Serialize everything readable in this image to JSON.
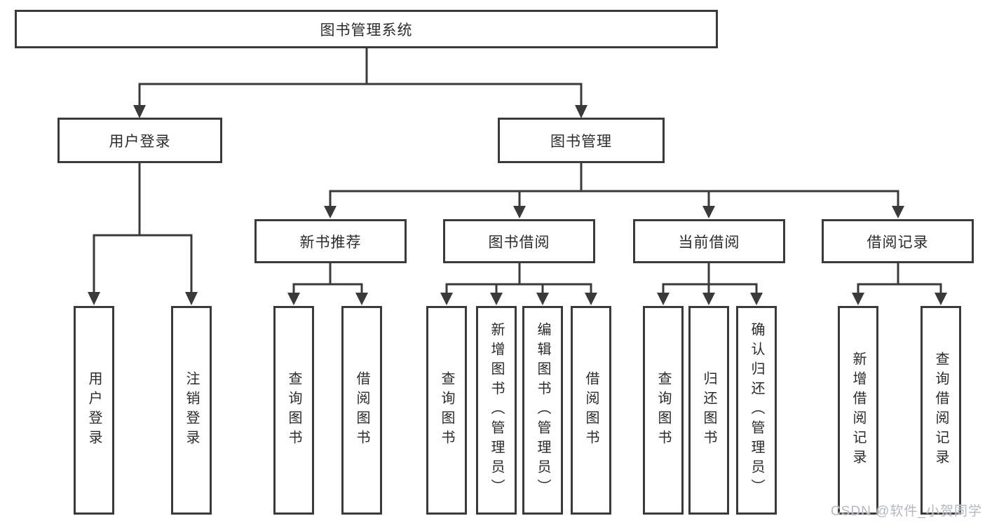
{
  "root": {
    "label": "图书管理系统"
  },
  "level2": {
    "user_login": {
      "label": "用户登录"
    },
    "book_management": {
      "label": "图书管理"
    }
  },
  "level3": {
    "new_book_recommend": {
      "label": "新书推荐"
    },
    "book_borrowing": {
      "label": "图书借阅"
    },
    "current_borrowing": {
      "label": "当前借阅"
    },
    "borrowing_records": {
      "label": "借阅记录"
    }
  },
  "leaves": {
    "user_login": {
      "label": "用户登录"
    },
    "logout": {
      "label": "注销登录"
    },
    "recommend_query": {
      "label": "查询图书"
    },
    "recommend_borrow": {
      "label": "借阅图书"
    },
    "borrow_query": {
      "label": "查询图书"
    },
    "borrow_add": {
      "label": "新增图书（管理员）"
    },
    "borrow_edit": {
      "label": "编辑图书（管理员）"
    },
    "borrow_borrow": {
      "label": "借阅图书"
    },
    "current_query": {
      "label": "查询图书"
    },
    "current_return": {
      "label": "归还图书"
    },
    "current_confirm": {
      "label": "确认归还（管理员）"
    },
    "records_add": {
      "label": "新增借阅记录"
    },
    "records_query": {
      "label": "查询借阅记录"
    }
  },
  "watermark": {
    "text": "CSDN @软件_小贺同学"
  },
  "colors": {
    "line": "#3a3a3a",
    "text": "#2b2b2b",
    "background": "#ffffff",
    "watermark": "#b4b9bd"
  }
}
